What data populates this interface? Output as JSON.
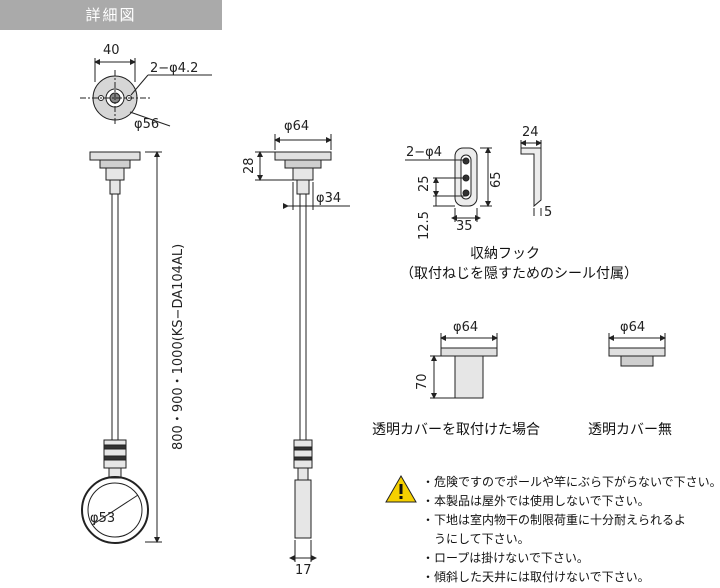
{
  "header": {
    "title": "詳細図"
  },
  "dims": {
    "base_w": "40",
    "holes": "2−φ4.2",
    "base_d": "φ56",
    "pole_len": "800・900・1000(KS−DA104AL)",
    "ring": "φ53",
    "top_w": "φ64",
    "top_h": "28",
    "collar": "φ34",
    "bottom_w": "17",
    "hook_holes": "2−φ4",
    "hook_depth": "24",
    "hook_a": "25",
    "hook_b": "12.5",
    "hook_h": "65",
    "hook_w": "35",
    "hook_t": "5",
    "cover_w": "φ64",
    "cover_h": "70",
    "nocover_w": "φ64"
  },
  "captions": {
    "hook_title": "収納フック",
    "hook_sub": "（取付ねじを隠すためのシール付属）",
    "with_cover": "透明カバーを取付けた場合",
    "no_cover": "透明カバー無"
  },
  "warnings": [
    "・危険ですのでポールや竿にぶら下がらないで下さい。",
    "・本製品は屋外では使用しないで下さい。",
    "・下地は室内物干の制限荷重に十分耐えられるよ",
    "　うにして下さい。",
    "・ロープは掛けないで下さい。",
    "・傾斜した天井には取付けないで下さい。"
  ],
  "colors": {
    "header_bg": "#aaaaaa",
    "warning_fill": "#f5d000"
  }
}
